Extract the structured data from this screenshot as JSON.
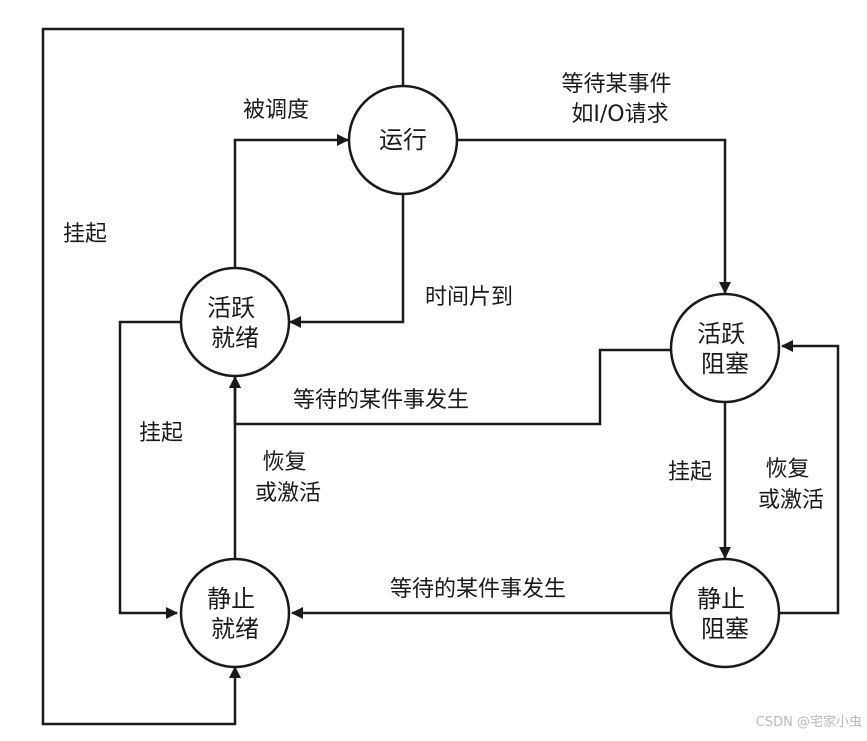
{
  "states": {
    "running": [
      "运行"
    ],
    "active_ready": [
      "活跃",
      "就绪"
    ],
    "active_blocked": [
      "活跃",
      "阻塞"
    ],
    "static_ready": [
      "静止",
      "就绪"
    ],
    "static_blocked": [
      "静止",
      "阻塞"
    ]
  },
  "edges": {
    "dispatch": [
      "被调度"
    ],
    "wait_event": [
      "等待某事件",
      "如I/O请求"
    ],
    "time_slice": [
      "时间片到"
    ],
    "event_occurs_upper": [
      "等待的某件事发生"
    ],
    "event_occurs_lower": [
      "等待的某件事发生"
    ],
    "suspend_outer": [
      "挂起"
    ],
    "suspend_left": [
      "挂起"
    ],
    "suspend_right": [
      "挂起"
    ],
    "resume_left": [
      "恢复",
      "或激活"
    ],
    "resume_right": [
      "恢复",
      "或激活"
    ]
  },
  "watermark": "CSDN @宅家小虫",
  "colors": {
    "stroke": "#1a1a1a",
    "background": "#ffffff"
  }
}
